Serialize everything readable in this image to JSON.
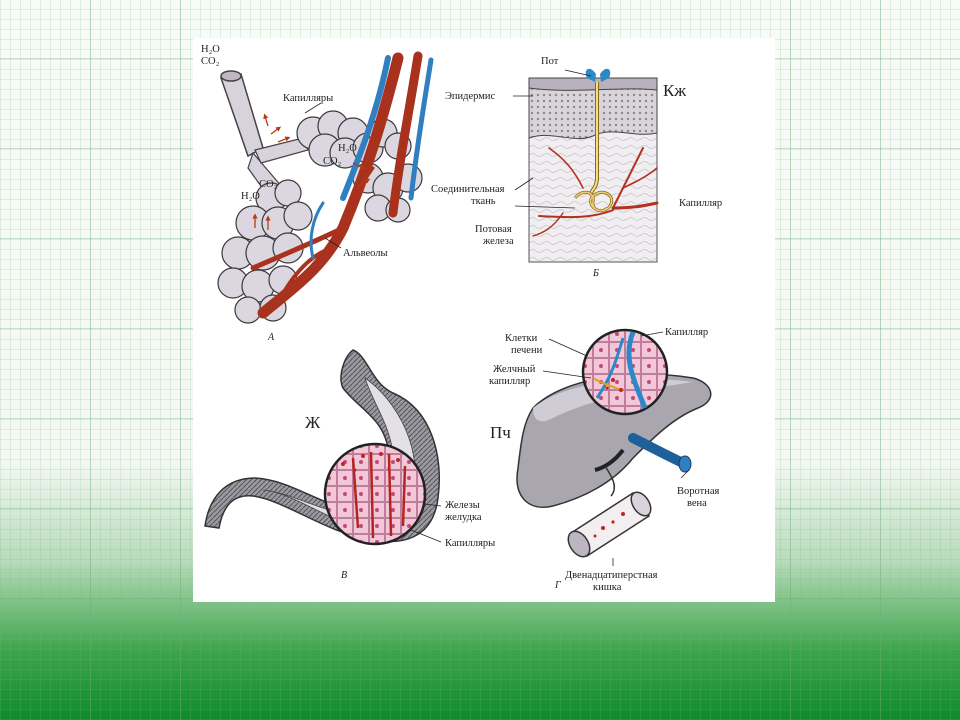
{
  "panel_a": {
    "h2o_top": "H₂O",
    "co2_top": "CO₂",
    "capillaries": "Капилляры",
    "h2o_mid": "H₂O",
    "co2_mid": "CO₂",
    "co2_left": "CO₂",
    "h2o_left": "H₂O",
    "alveoli": "Альвеолы",
    "letter": "А"
  },
  "panel_b": {
    "sweat": "Пот",
    "epidermis": "Эпидермис",
    "organ": "Кж",
    "connective_1": "Соединительная",
    "connective_2": "ткань",
    "capillary": "Капилляр",
    "gland_1": "Потовая",
    "gland_2": "железа",
    "letter": "Б"
  },
  "panel_c": {
    "organ": "Ж",
    "glands_1": "Железы",
    "glands_2": "желудка",
    "capillaries": "Капилляры",
    "letter": "В"
  },
  "panel_d": {
    "cells_1": "Клетки",
    "cells_2": "печени",
    "capillary": "Капилляр",
    "bile_1": "Желчный",
    "bile_2": "капилляр",
    "organ": "Пч",
    "portal_1": "Воротная",
    "portal_2": "вена",
    "duodenum_1": "Двенадцатиперстная",
    "duodenum_2": "кишка",
    "letter": "Г"
  }
}
